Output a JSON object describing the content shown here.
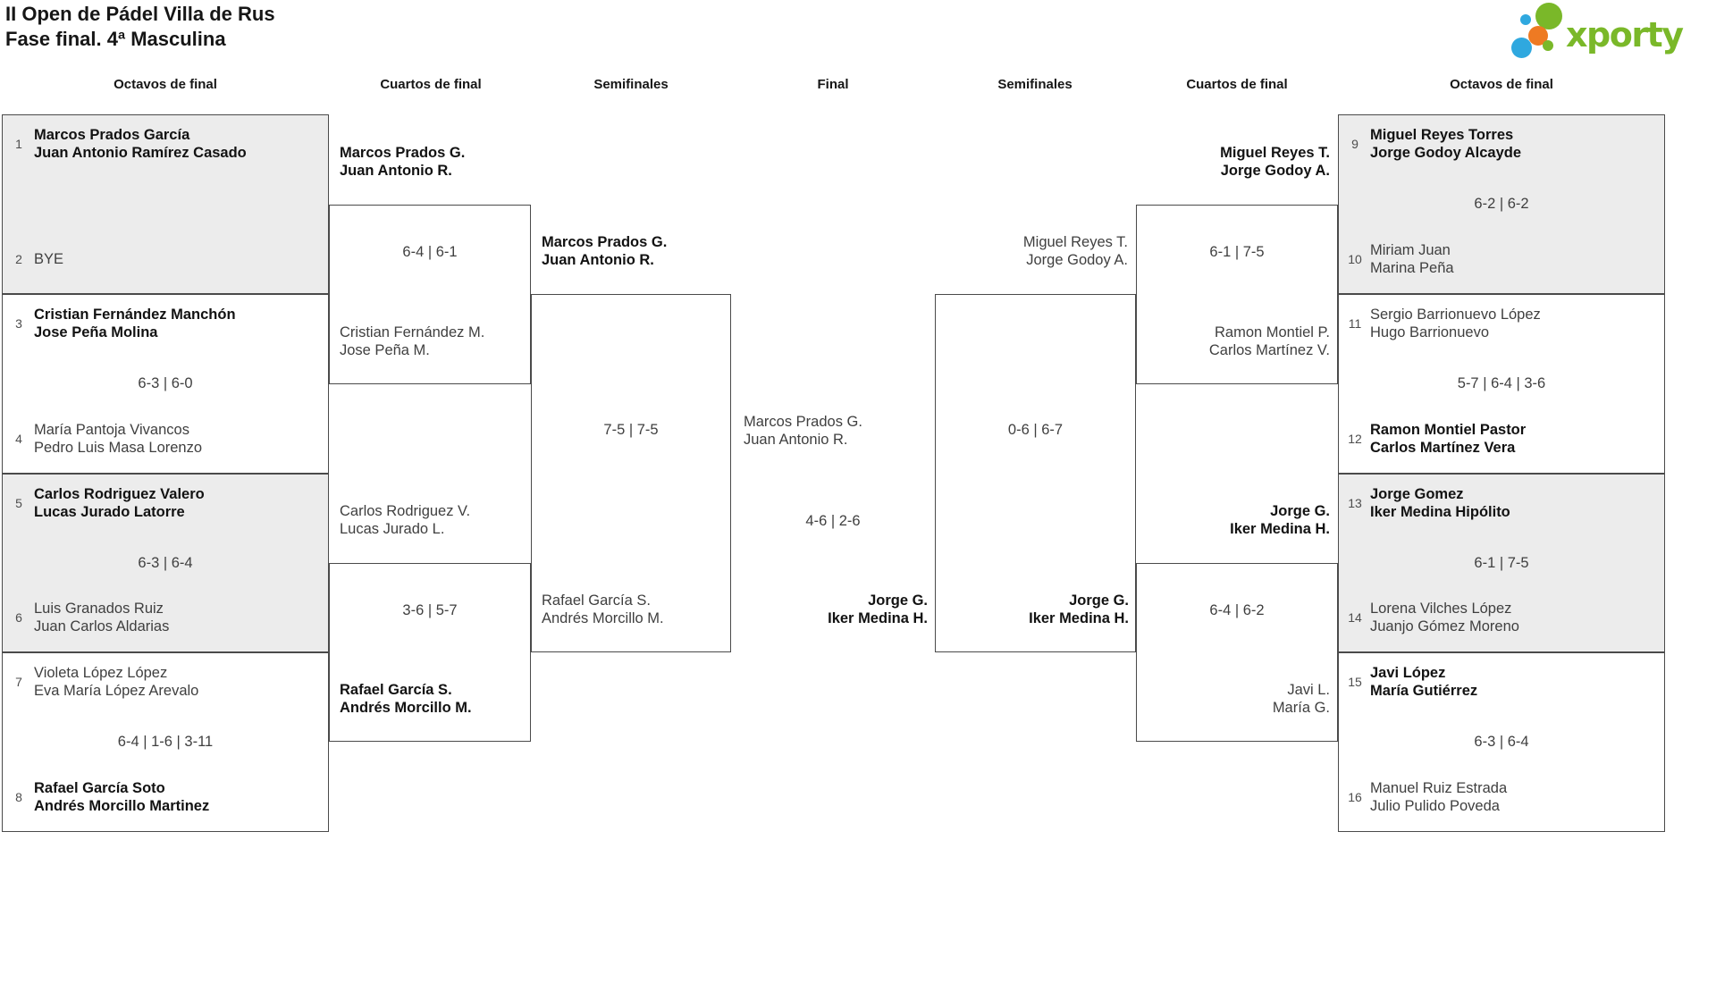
{
  "title": {
    "line1": "II Open de Pádel Villa de Rus",
    "line2": "Fase final. 4ª Masculina"
  },
  "brand": {
    "name": "xporty"
  },
  "colors": {
    "brand-green": "#7ab829",
    "brand-blue": "#2fa8df",
    "brand-orange": "#ee7a23",
    "box-gray": "#ececec",
    "line": "#4a4a4a"
  },
  "round_headers": [
    "Octavos de final",
    "Cuartos de final",
    "Semifinales",
    "Final",
    "Semifinales",
    "Cuartos de final",
    "Octavos de final"
  ],
  "octavos": [
    {
      "s1": "1",
      "t1a": "Marcos Prados García",
      "t1b": "Juan Antonio Ramírez Casado",
      "s2": "2",
      "t2a": "BYE",
      "t2b": "",
      "score": ""
    },
    {
      "s1": "3",
      "t1a": "Cristian Fernández Manchón",
      "t1b": "Jose Peña Molina",
      "s2": "4",
      "t2a": "María Pantoja Vivancos",
      "t2b": "Pedro Luis Masa Lorenzo",
      "score": "6-3 | 6-0"
    },
    {
      "s1": "5",
      "t1a": "Carlos Rodriguez Valero",
      "t1b": "Lucas Jurado Latorre",
      "s2": "6",
      "t2a": "Luis Granados Ruiz",
      "t2b": "Juan Carlos Aldarias",
      "score": "6-3 | 6-4"
    },
    {
      "s1": "7",
      "t1a": "Violeta López López",
      "t1b": "Eva María López Arevalo",
      "s2": "8",
      "t2a": "Rafael García Soto",
      "t2b": "Andrés Morcillo Martinez",
      "score": "6-4 | 1-6 | 3-11"
    },
    {
      "s1": "9",
      "t1a": "Miguel Reyes Torres",
      "t1b": "Jorge Godoy Alcayde",
      "s2": "10",
      "t2a": "Miriam Juan",
      "t2b": "Marina Peña",
      "score": "6-2 | 6-2"
    },
    {
      "s1": "11",
      "t1a": "Sergio Barrionuevo López",
      "t1b": "Hugo Barrionuevo",
      "s2": "12",
      "t2a": "Ramon Montiel Pastor",
      "t2b": "Carlos Martínez Vera",
      "score": "5-7 | 6-4 | 3-6"
    },
    {
      "s1": "13",
      "t1a": "Jorge Gomez",
      "t1b": "Iker Medina Hipólito",
      "s2": "14",
      "t2a": "Lorena Vilches López",
      "t2b": "Juanjo Gómez Moreno",
      "score": "6-1 | 7-5"
    },
    {
      "s1": "15",
      "t1a": "Javi López",
      "t1b": "María Gutiérrez",
      "s2": "16",
      "t2a": "Manuel Ruiz Estrada",
      "t2b": "Julio Pulido Poveda",
      "score": "6-3 | 6-4"
    }
  ],
  "cuartos": [
    {
      "t1a": "Marcos Prados G.",
      "t1b": "Juan Antonio R.",
      "t2a": "Cristian Fernández M.",
      "t2b": "Jose Peña M.",
      "score": "6-4 | 6-1"
    },
    {
      "t1a": "Carlos Rodriguez V.",
      "t1b": "Lucas Jurado L.",
      "t2a": "Rafael García S.",
      "t2b": "Andrés Morcillo M.",
      "score": "3-6 | 5-7"
    },
    {
      "t1a": "Miguel Reyes T.",
      "t1b": "Jorge Godoy A.",
      "t2a": "Ramon Montiel P.",
      "t2b": "Carlos Martínez V.",
      "score": "6-1 | 7-5"
    },
    {
      "t1a": "Jorge G.",
      "t1b": "Iker Medina H.",
      "t2a": "Javi L.",
      "t2b": "María G.",
      "score": "6-4 | 6-2"
    }
  ],
  "semifinales": [
    {
      "t1a": "Marcos Prados G.",
      "t1b": "Juan Antonio R.",
      "t2a": "Rafael García S.",
      "t2b": "Andrés Morcillo M.",
      "score": "7-5 | 7-5"
    },
    {
      "t1a": "Miguel Reyes T.",
      "t1b": "Jorge Godoy A.",
      "t2a": "Jorge G.",
      "t2b": "Iker Medina H.",
      "score": "0-6 | 6-7"
    }
  ],
  "final": {
    "t1a": "Marcos Prados G.",
    "t1b": "Juan Antonio R.",
    "t2a": "Jorge G.",
    "t2b": "Iker Medina H.",
    "score": "4-6 | 2-6"
  }
}
